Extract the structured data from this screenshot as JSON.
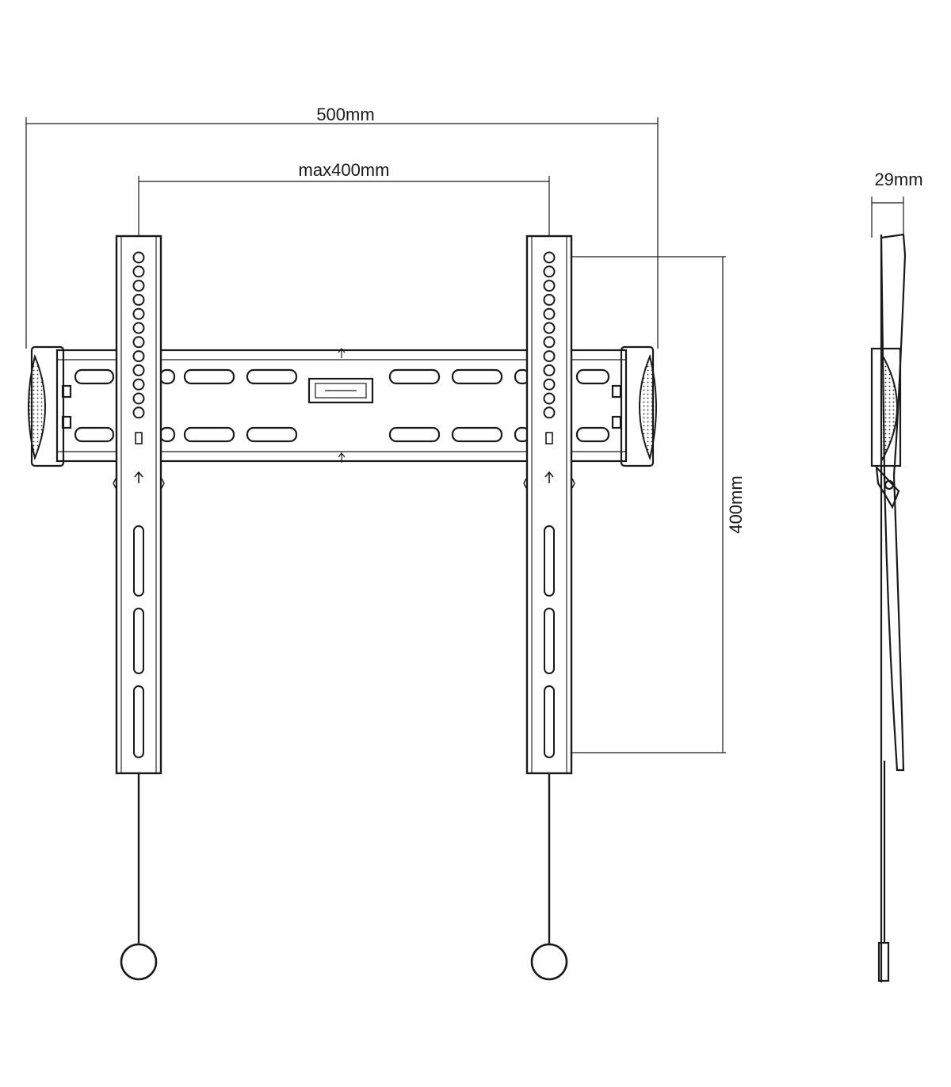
{
  "dimensions": {
    "overall_width": "500mm",
    "vesa_horizontal": "max400mm",
    "vesa_vertical": "400mm",
    "depth": "29mm"
  },
  "colors": {
    "line": "#1a1a1a",
    "background": "#ffffff"
  }
}
